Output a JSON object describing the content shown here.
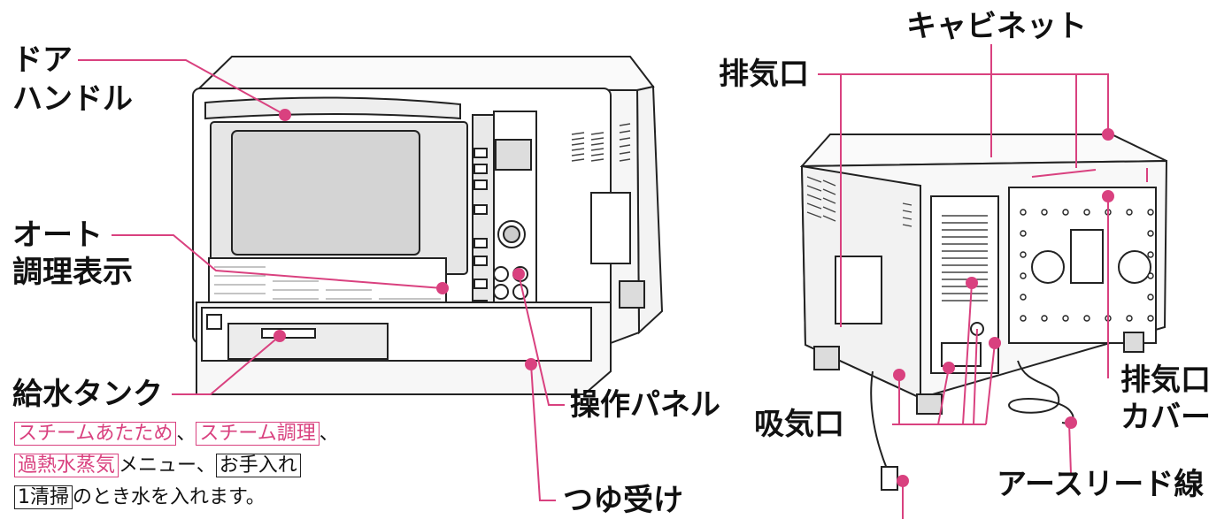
{
  "labels": {
    "door": "ドア",
    "handle": "ハンドル",
    "auto_display_1": "オート",
    "auto_display_2": "調理表示",
    "water_tank": "給水タンク",
    "control_panel": "操作パネル",
    "drip_tray": "つゆ受け",
    "exhaust": "排気口",
    "cabinet": "キャビネット",
    "exhaust_cover_1": "排気口",
    "exhaust_cover_2": "カバー",
    "intake": "吸気口",
    "ground_wire": "アースリード線"
  },
  "tank_note": {
    "menu1": "スチームあたため",
    "sep1": "、",
    "menu2": "スチーム調理",
    "sep2": "、",
    "menu3": "過熱水蒸気",
    "text1": "メニュー、",
    "menu4": "お手入れ",
    "menu5": "1清掃",
    "text2": "のとき水を入れます。"
  },
  "colors": {
    "leader": "#d9417f",
    "outline": "#222222",
    "label_text": "#111111"
  }
}
